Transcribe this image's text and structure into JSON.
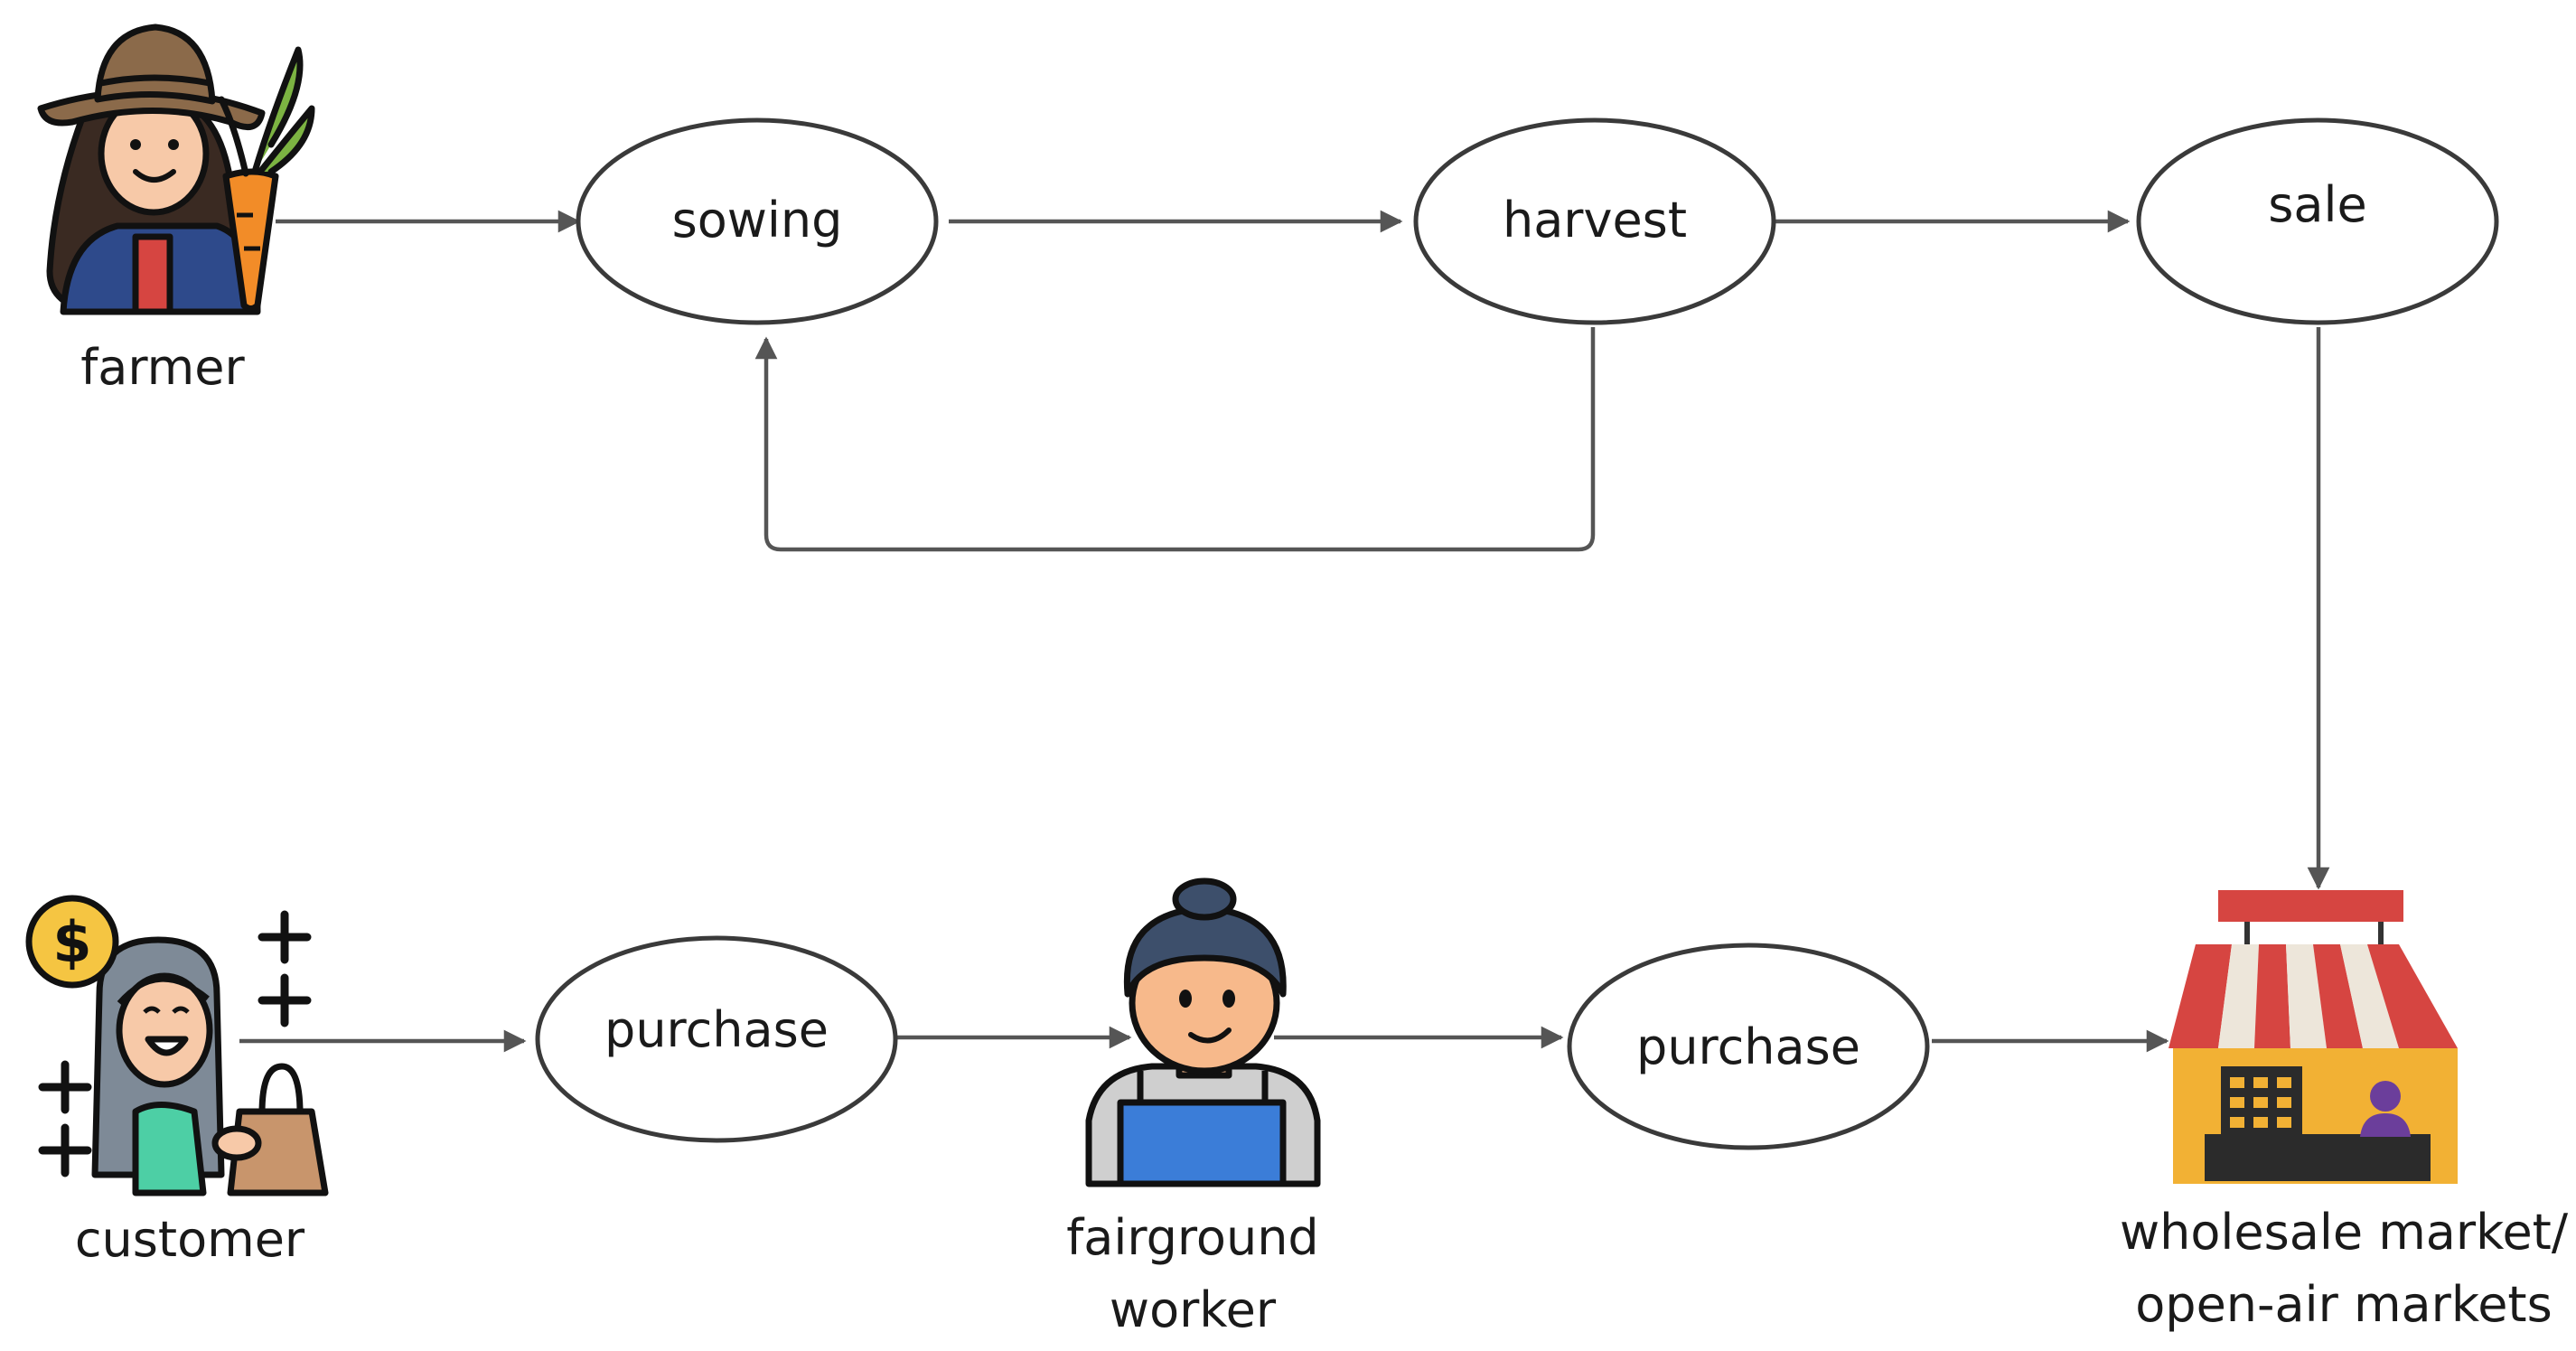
{
  "nodes": {
    "sowing": "sowing",
    "harvest": "harvest",
    "sale": "sale",
    "purchase_left": "purchase",
    "purchase_right": "purchase"
  },
  "actors": {
    "farmer": "farmer",
    "customer": "customer",
    "worker_line1": "fairground",
    "worker_line2": "worker",
    "market_line1": "wholesale market/",
    "market_line2": "open-air markets"
  },
  "currency_symbol": "$",
  "icons": [
    "farmer-icon",
    "customer-icon",
    "fairground-worker-icon",
    "market-stall-icon"
  ],
  "colors": {
    "edge": "#555555",
    "node_border": "#3a3a3a",
    "hat": "#8B6A4A",
    "carrot": "#F28C28",
    "coin": "#F5C542",
    "awning_red": "#D64541",
    "awning_white": "#EDE6DA",
    "stall_body": "#F2B134",
    "apron": "#3B7DD8",
    "beanie": "#3D4F6B",
    "skin": "#F7B98B"
  }
}
